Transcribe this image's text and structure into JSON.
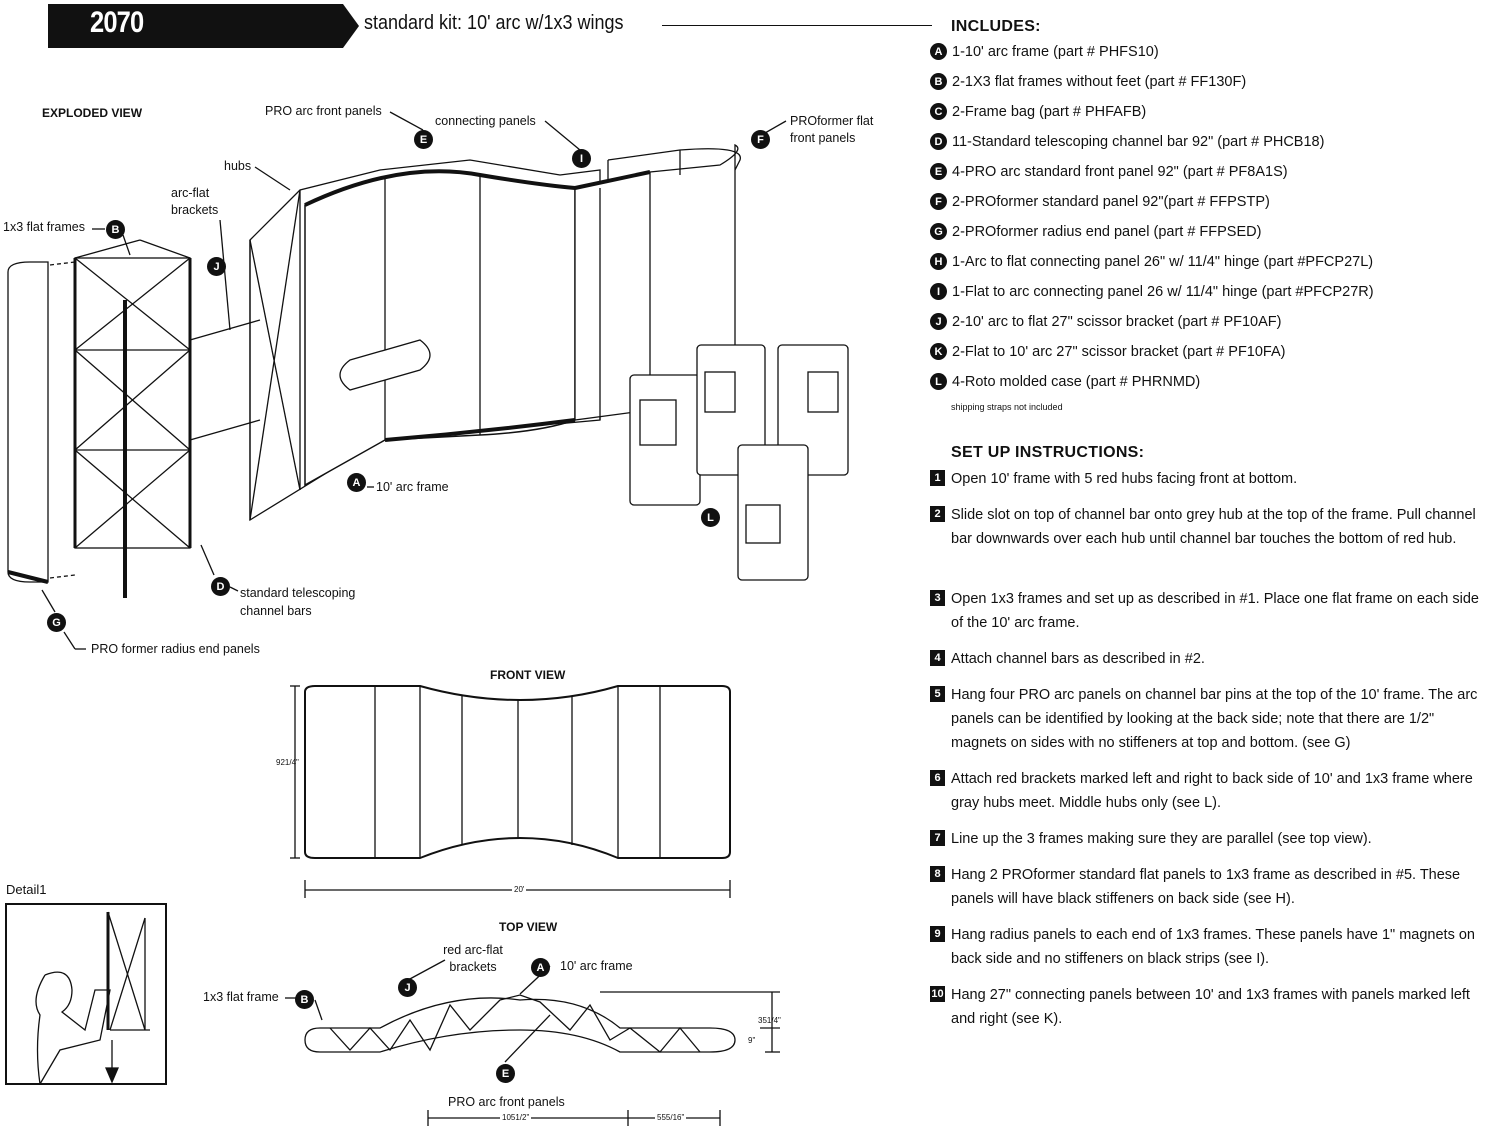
{
  "header": {
    "model": "2070",
    "subtitle": "standard kit: 10' arc w/1x3 wings"
  },
  "includes": {
    "title": "INCLUDES:",
    "items": [
      {
        "letter": "A",
        "text": "1-10' arc frame (part # PHFS10)"
      },
      {
        "letter": "B",
        "text": "2-1X3 flat frames without feet (part # FF130F)"
      },
      {
        "letter": "C",
        "text": "2-Frame bag (part # PHFAFB)"
      },
      {
        "letter": "D",
        "text": "11-Standard telescoping channel bar 92\" (part # PHCB18)"
      },
      {
        "letter": "E",
        "text": "4-PRO arc standard front panel 92\" (part # PF8A1S)"
      },
      {
        "letter": "F",
        "text": "2-PROformer standard panel 92\"(part #  FFPSTP)"
      },
      {
        "letter": "G",
        "text": "2-PROformer radius end panel (part # FFPSED)"
      },
      {
        "letter": "H",
        "text": "1-Arc to flat connecting panel 26\" w/ 11/4\" hinge (part #PFCP27L)"
      },
      {
        "letter": "I",
        "text": "1-Flat to arc connecting panel 26 w/ 11/4\" hinge (part #PFCP27R)"
      },
      {
        "letter": "J",
        "text": "2-10' arc to flat 27\" scissor bracket (part # PF10AF)"
      },
      {
        "letter": "K",
        "text": "2-Flat to 10' arc 27\" scissor bracket (part # PF10FA)"
      },
      {
        "letter": "L",
        "text": "4-Roto molded case (part # PHRNMD)"
      }
    ],
    "note": "shipping straps not included"
  },
  "setup": {
    "title": "SET UP INSTRUCTIONS:",
    "steps": [
      {
        "num": "1",
        "text": "Open 10' frame with 5 red hubs facing front at bottom."
      },
      {
        "num": "2",
        "text": "Slide slot on top of channel bar onto grey hub at the top of the frame. Pull channel bar downwards over each hub until channel bar touches the bottom of red hub."
      },
      {
        "num": "3",
        "text": "Open 1x3 frames and set up as described in #1. Place one flat frame on each side of the 10' arc frame."
      },
      {
        "num": "4",
        "text": "Attach channel bars as described in #2."
      },
      {
        "num": "5",
        "text": "Hang four PRO arc panels on channel bar pins at the top of the 10' frame. The arc panels can be identified by looking at the back side; note that there are 1/2\" magnets on sides with no stiffeners at top and bottom. (see G)"
      },
      {
        "num": "6",
        "text": "Attach red brackets marked left and right to back side of 10' and 1x3 frame where gray hubs meet. Middle hubs only (see L)."
      },
      {
        "num": "7",
        "text": "Line up the 3 frames making sure they are parallel (see top view)."
      },
      {
        "num": "8",
        "text": "Hang 2 PROformer standard flat panels to 1x3 frame as described in #5. These panels will have black stiffeners on back side (see H)."
      },
      {
        "num": "9",
        "text": "Hang radius panels to each end of 1x3 frames. These panels have 1\" magnets on back side and no stiffeners on black strips (see I)."
      },
      {
        "num": "10",
        "text": "Hang 27\" connecting panels between 10' and 1x3 frames with panels marked left and right (see K)."
      }
    ]
  },
  "exploded": {
    "title": "EXPLODED VIEW",
    "labels": {
      "pro_arc_front": "PRO arc front panels",
      "connecting": "connecting panels",
      "proformer_flat": "PROformer flat front panels",
      "hubs": "hubs",
      "arc_flat": "arc-flat brackets",
      "flat_frames": "1x3 flat frames",
      "arc_frame": "10' arc frame",
      "channel_bars": "standard telescoping channel bars",
      "radius_end": "PRO former radius end panels"
    },
    "callouts": {
      "e": "E",
      "i": "I",
      "f": "F",
      "b": "B",
      "j": "J",
      "a": "A",
      "d": "D",
      "g": "G",
      "l": "L"
    }
  },
  "front_view": {
    "title": "FRONT VIEW",
    "height": "921/4\"",
    "width": "20'"
  },
  "top_view": {
    "title": "TOP VIEW",
    "labels": {
      "red_brackets": "red arc-flat brackets",
      "arc_frame": "10' arc frame",
      "flat_frame": "1x3 flat frame",
      "pro_arc": "PRO arc front panels"
    },
    "callouts": {
      "j": "J",
      "a": "A",
      "b": "B",
      "e": "E"
    },
    "dims": {
      "depth": "351/4\"",
      "inner": "9\"",
      "width_left": "1051/2\"",
      "width_right": "555/16\""
    }
  },
  "detail": {
    "title": "Detail1"
  }
}
